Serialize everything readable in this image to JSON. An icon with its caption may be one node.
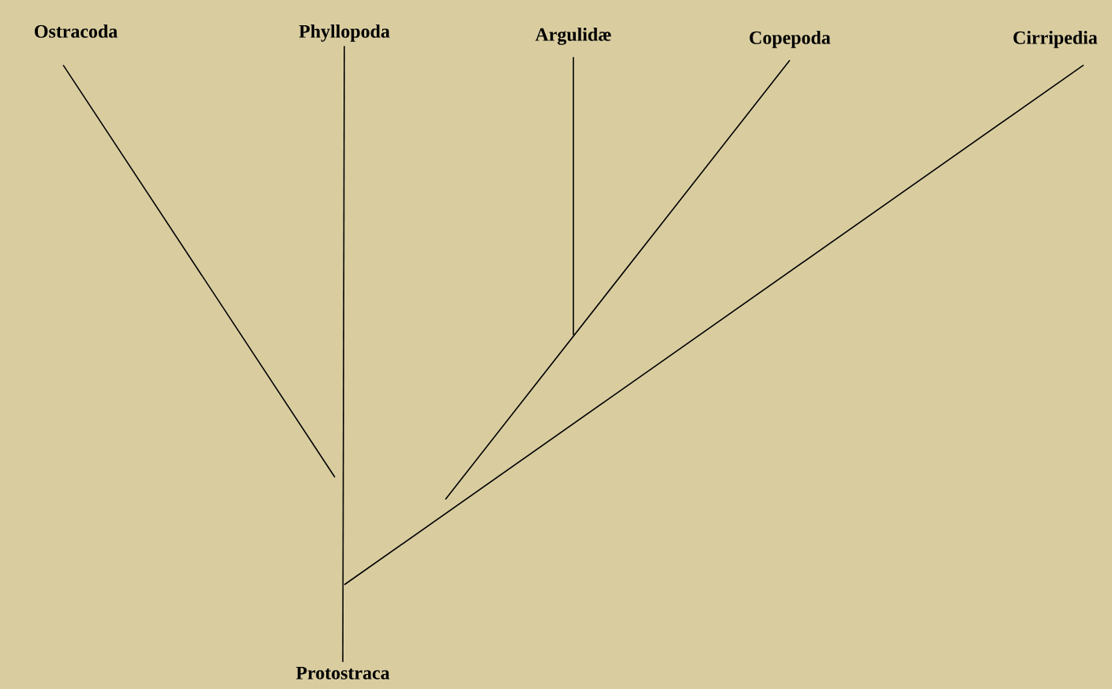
{
  "diagram": {
    "nodes": [
      {
        "text": [
          "Ostracoda"
        ]
      },
      {
        "text": [
          "Phyllopoda"
        ]
      },
      {
        "text": [
          "Argulidæ"
        ]
      },
      {
        "text": [
          "Copepoda"
        ]
      },
      {
        "text": [
          "Cirripedia"
        ]
      },
      {
        "text": [
          "Protostraca"
        ]
      }
    ],
    "edges": [
      {
        "from": 5,
        "to": 1,
        "arrow": "none"
      },
      {
        "from": 0,
        "to": null,
        "arrow": "none"
      },
      {
        "from": 2,
        "to": null,
        "arrow": "none"
      },
      {
        "from": 3,
        "to": null,
        "arrow": "none"
      },
      {
        "from": 4,
        "to": null,
        "arrow": "none"
      }
    ]
  }
}
